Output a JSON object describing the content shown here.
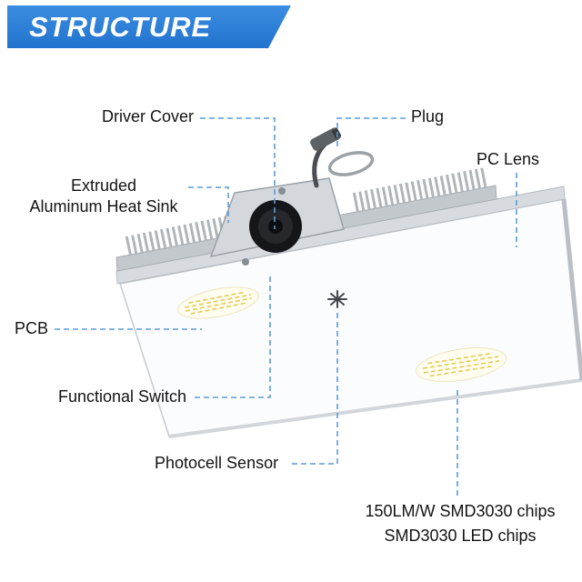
{
  "banner": {
    "title": "STRUCTURE"
  },
  "labels": {
    "driver_cover": "Driver Cover",
    "plug": "Plug",
    "pc_lens": "PC Lens",
    "heat_sink": {
      "line1": "Extruded",
      "line2": "Aluminum Heat Sink"
    },
    "pcb": "PCB",
    "functional_switch": "Functional Switch",
    "photocell_sensor": "Photocell Sensor",
    "led_chips": {
      "line1": "150LM/W SMD3030 chips",
      "line2": "SMD3030 LED chips"
    }
  },
  "colors": {
    "banner_blue": "#2a7dd4",
    "leader_line_blue": "#5b9bd5",
    "label_text": "#131313",
    "fixture_gray": "#c3c8cd",
    "fixture_white": "#fbfcfd",
    "knob_black": "#15161a",
    "glow_yellow": "#e2cd55"
  }
}
